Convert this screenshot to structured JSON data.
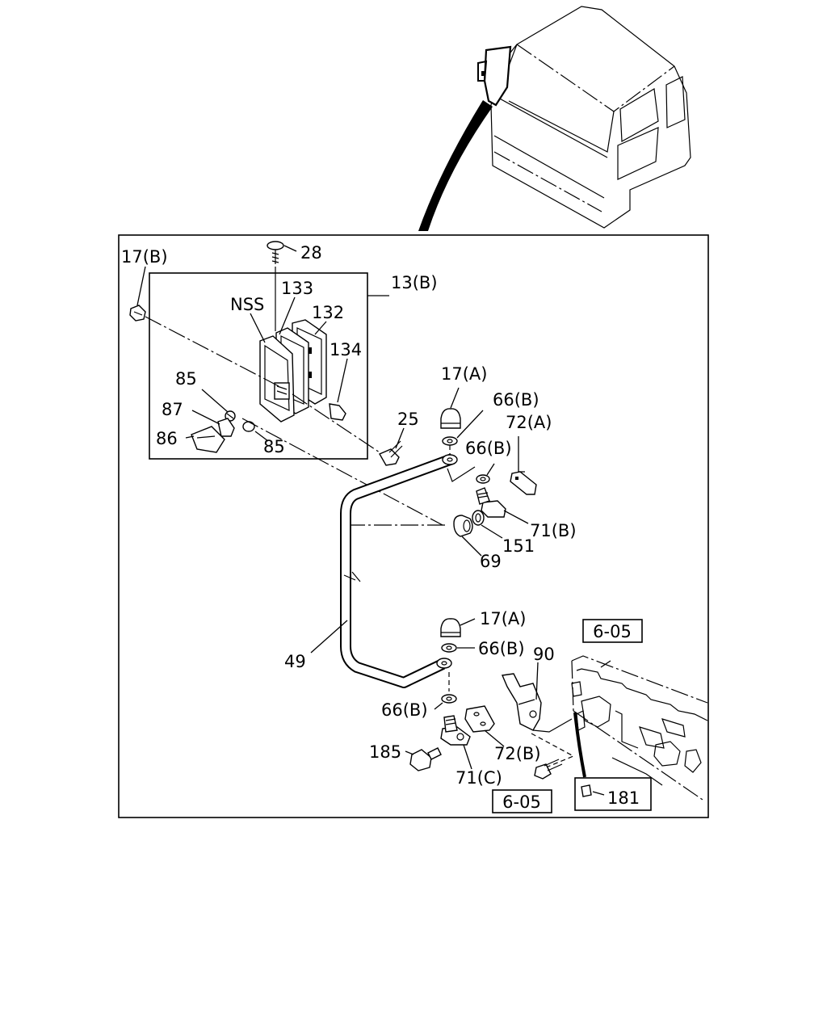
{
  "labels": {
    "p28": "28",
    "p17b": "17(B)",
    "p13b": "13(B)",
    "p133": "133",
    "nss": "NSS",
    "p132": "132",
    "p134": "134",
    "p85a": "85",
    "p87": "87",
    "p86": "86",
    "p85b": "85",
    "p17a_top": "17(A)",
    "p66b_1": "66(B)",
    "p25": "25",
    "p72a": "72(A)",
    "p66b_2": "66(B)",
    "p71b": "71(B)",
    "p151": "151",
    "p69": "69",
    "p17a_mid": "17(A)",
    "p66b_3": "66(B)",
    "p49": "49",
    "p90": "90",
    "p66b_4": "66(B)",
    "p72b": "72(B)",
    "p185": "185",
    "p71c": "71(C)",
    "p181": "181"
  },
  "refs": {
    "ref_top": "6-05",
    "ref_bottom": "6-05"
  }
}
